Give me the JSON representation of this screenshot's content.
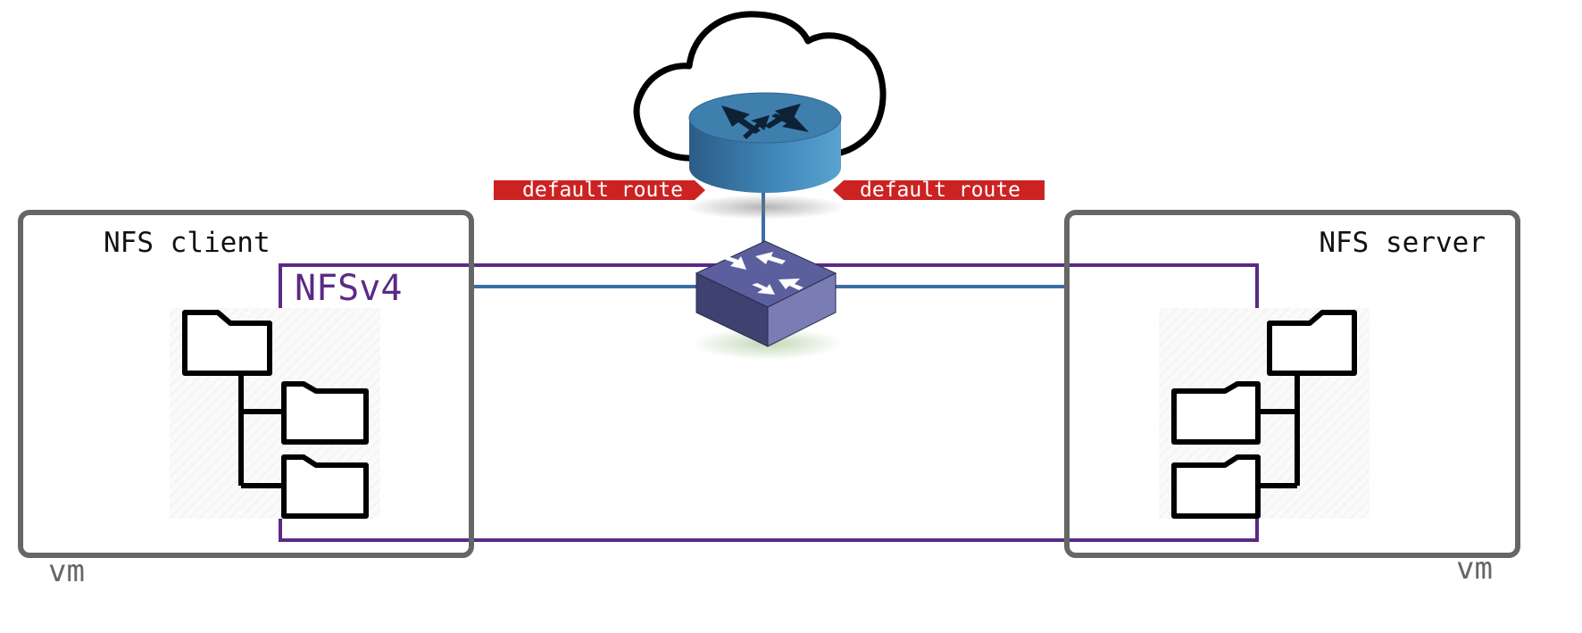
{
  "diagram": {
    "client_box": {
      "label": "NFS client",
      "caption": "vm"
    },
    "server_box": {
      "label": "NFS server",
      "caption": "vm"
    },
    "protocol": {
      "label": "NFSv4"
    },
    "routes": {
      "left_label": "default route",
      "right_label": "default route"
    },
    "colors": {
      "vm_border": "#666666",
      "protocol_line": "#5b2a86",
      "network_line": "#3a6ea5",
      "route_tag": "#cc2222",
      "router_top": "#3f7fae",
      "switch_top": "#5c5f9e"
    },
    "icons": {
      "internet": "cloud-icon",
      "router": "router-icon",
      "switch": "switch-icon",
      "client_tree": "folder-tree-icon",
      "server_tree": "folder-tree-icon"
    }
  }
}
